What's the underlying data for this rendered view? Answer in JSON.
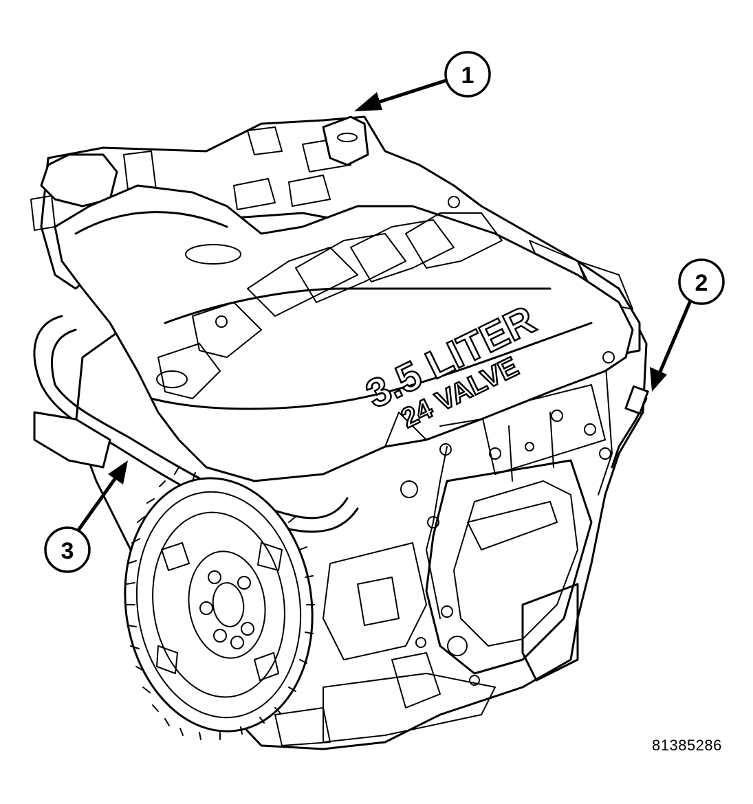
{
  "callouts": [
    {
      "label": "1"
    },
    {
      "label": "2"
    },
    {
      "label": "3"
    }
  ],
  "engine_cover": {
    "line1": "3.5 LITER",
    "line2": "24 VALVE"
  },
  "figure_id": "81385286"
}
